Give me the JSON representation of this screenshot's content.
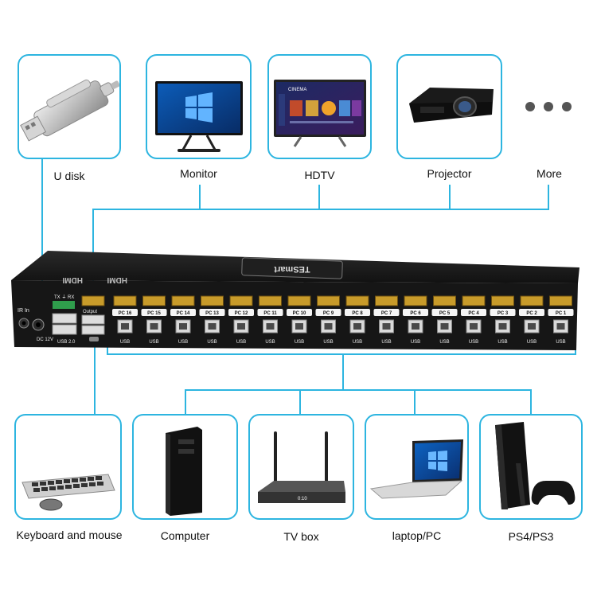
{
  "top_devices": [
    {
      "key": "udisk",
      "label": "U disk",
      "icon": "usb-flash-drive-icon"
    },
    {
      "key": "monitor",
      "label": "Monitor",
      "icon": "monitor-icon"
    },
    {
      "key": "hdtv",
      "label": "HDTV",
      "icon": "hdtv-icon"
    },
    {
      "key": "projector",
      "label": "Projector",
      "icon": "projector-icon"
    },
    {
      "key": "more",
      "label": "More",
      "icon": "more-dots-icon"
    }
  ],
  "bottom_devices": [
    {
      "key": "keyboard",
      "label": "Keyboard and mouse",
      "icon": "keyboard-mouse-icon"
    },
    {
      "key": "computer",
      "label": "Computer",
      "icon": "desktop-tower-icon"
    },
    {
      "key": "tvbox",
      "label": "TV box",
      "icon": "tv-box-icon"
    },
    {
      "key": "laptop",
      "label": "laptop/PC",
      "icon": "laptop-icon"
    },
    {
      "key": "ps4",
      "label": "PS4/PS3",
      "icon": "game-console-icon"
    }
  ],
  "kvm": {
    "brand": "TESmart",
    "subtitle": "HDMI KVM Switch",
    "panel_logo": "HDMI",
    "ir_label": "IR In",
    "dc_label": "DC 12V",
    "rs232_label": "TX  ⏚  RX",
    "usb20_label": "USB 2.0",
    "output_label": "Output",
    "usb_label": "USB",
    "pc_ports": [
      "PC 16",
      "PC 15",
      "PC 14",
      "PC 13",
      "PC 12",
      "PC 11",
      "PC 10",
      "PC 9",
      "PC 8",
      "PC 7",
      "PC 6",
      "PC 5",
      "PC 4",
      "PC 3",
      "PC 2",
      "PC 1"
    ]
  },
  "hdtv_screen": {
    "title": "CINEMA"
  },
  "tvbox_display": "0:10",
  "colors": {
    "accent": "#2db5e0",
    "device_body": "#1c1c1c",
    "hdmi_gold": "#c89b2a"
  }
}
